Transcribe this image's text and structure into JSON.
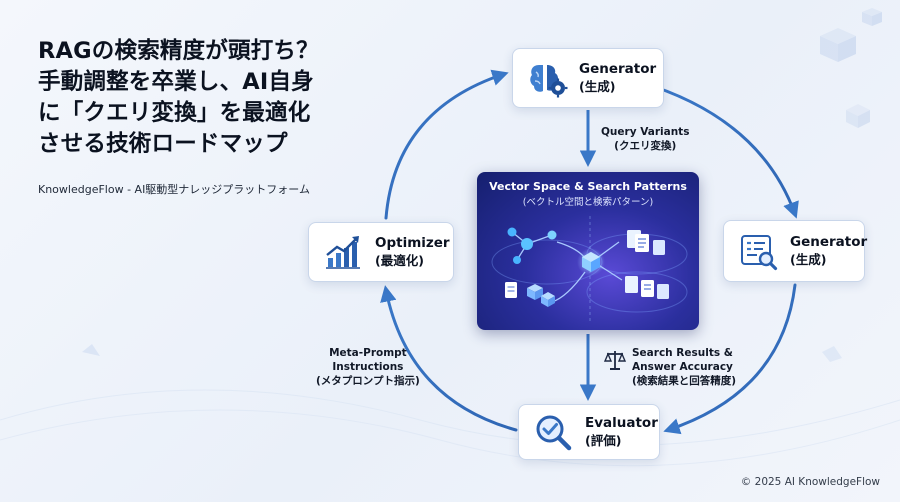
{
  "heading": {
    "lines": [
      "RAGの検索精度が頭打ち？",
      "手動調整を卒業し、AI自身",
      "に「クエリ変換」を最適化",
      "させる技術ロードマップ"
    ],
    "subtitle": "KnowledgeFlow - AI駆動型ナレッジプラットフォーム"
  },
  "nodes": {
    "generator_top": {
      "title": "Generator",
      "subtitle": "(生成)",
      "icon": "brain-gear-icon"
    },
    "generator_right": {
      "title": "Generator",
      "subtitle": "(生成)",
      "icon": "document-search-icon"
    },
    "optimizer": {
      "title": "Optimizer",
      "subtitle": "(最適化)",
      "icon": "growth-chart-icon"
    },
    "evaluator": {
      "title": "Evaluator",
      "subtitle": "(評価)",
      "icon": "magnifier-check-icon"
    }
  },
  "edges": {
    "query_variants": [
      "Query Variants",
      "(クエリ変換)"
    ],
    "search_results": [
      "Search Results &",
      "Answer Accuracy",
      "(検索結果と回答精度)"
    ],
    "meta_prompt": [
      "Meta-Prompt",
      "Instructions",
      "(メタプロンプト指示)"
    ]
  },
  "panel": {
    "title": "Vector Space & Search Patterns",
    "subtitle": "(ベクトル空間と検索パターン)"
  },
  "footer": {
    "copyright": "© 2025 AI KnowledgeFlow"
  },
  "colors": {
    "accent": "#3a78c8",
    "text": "#0b1220",
    "panel": "#2b2f9e"
  }
}
